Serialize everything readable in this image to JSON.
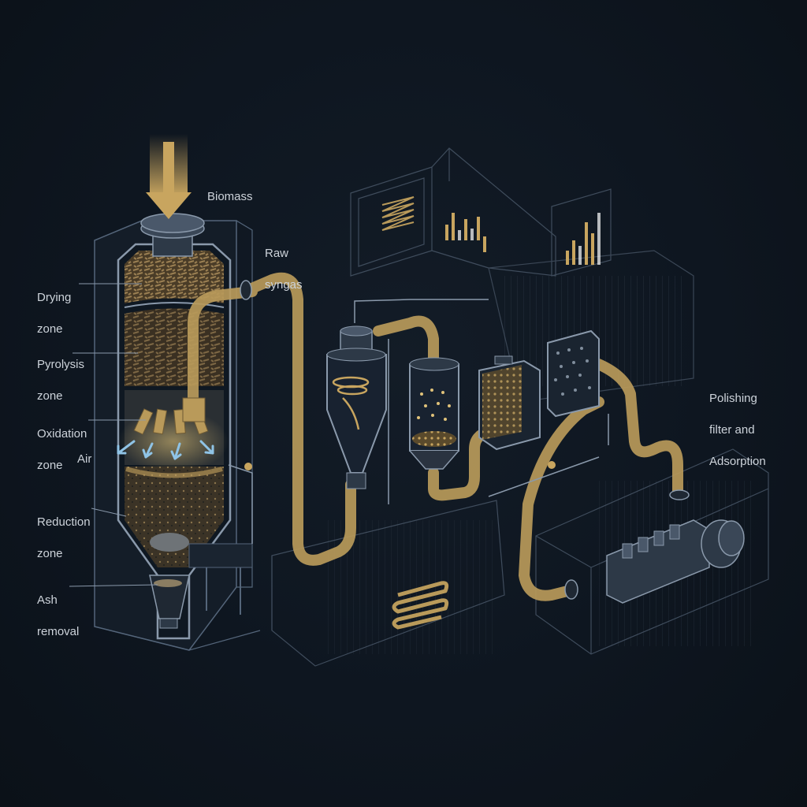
{
  "labels": {
    "biomass": "Biomass",
    "raw_syngas": [
      "Raw",
      "syngas"
    ],
    "drying_zone": [
      "Drying",
      "zone"
    ],
    "pyrolysis_zone": [
      "Pyrolysis",
      "zone"
    ],
    "oxidation_zone": [
      "Oxidation",
      "zone"
    ],
    "air": "Air",
    "reduction_zone": [
      "Reduction",
      "zone"
    ],
    "ash_removal": [
      "Ash",
      "removal"
    ],
    "polishing": [
      "Polishing",
      "filter and",
      "Adsorption"
    ]
  },
  "colors": {
    "background": "#0d141d",
    "line": "#5d6d80",
    "pipe": "#b99a5a",
    "accent_gold": "#c8a55f",
    "air_flow": "#8fc3e6",
    "label": "#cdd3da"
  },
  "icons": {
    "feed_arrow": "down-arrow-icon",
    "air_arrows": "air-flow-arrow-icon",
    "cooler_coil": "coil-icon",
    "monitor_bars": "bar-graph-icon",
    "engine": "engine-icon"
  }
}
